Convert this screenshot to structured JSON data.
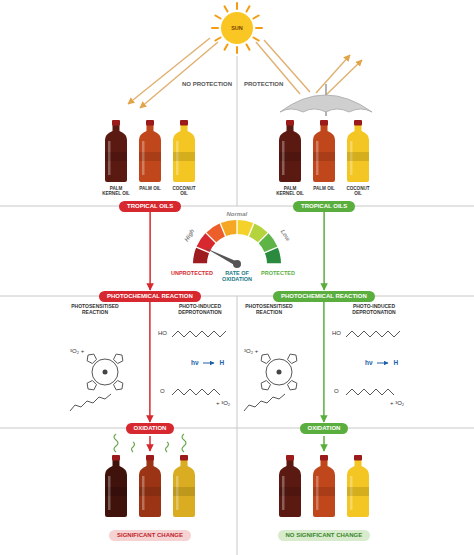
{
  "diagram": {
    "nodes": [
      {
        "text": [
          "SUN"
        ]
      },
      {
        "text": [
          "TROPICAL OILS"
        ]
      },
      {
        "text": [
          "TROPICAL OILS"
        ]
      },
      {
        "text": [
          "PHOTOCHEMICAL REACTION"
        ]
      },
      {
        "text": [
          "PHOTOCHEMICAL REACTION"
        ]
      },
      {
        "text": [
          "OXIDATION"
        ]
      },
      {
        "text": [
          "OXIDATION"
        ]
      },
      {
        "text": [
          "SIGNIFICANT CHANGE"
        ]
      },
      {
        "text": [
          "NO SIGNIFICANT CHANGE"
        ]
      }
    ],
    "edges": [
      {
        "from": 1,
        "to": 3,
        "arrow": "to"
      },
      {
        "from": 3,
        "to": 5,
        "arrow": "to"
      },
      {
        "from": 2,
        "to": 4,
        "arrow": "to"
      },
      {
        "from": 4,
        "to": 6,
        "arrow": "to"
      }
    ],
    "labels": [
      "NO PROTECTION",
      "PROTECTION",
      "PALM KERNEL OIL",
      "PALM OIL",
      "COCONUT OIL",
      "PALM KERNEL OIL",
      "PALM OIL",
      "COCONUT OIL",
      "High",
      "Normal",
      "Low",
      "RATE OF OXIDATION",
      "UNPROTECTED",
      "PROTECTED",
      "PHOTOSENSITISED REACTION",
      "PHOTO-INDUCED DEPROTONATION",
      "³O₂ +",
      "HO",
      "O",
      "hν",
      "H",
      "+ ³O₂",
      "PHOTOSENSITISED REACTION",
      "PHOTO-INDUCED DEPROTONATION",
      "³O₂ +",
      "HO",
      "O",
      "hν",
      "H",
      "+ ³O₂"
    ]
  }
}
